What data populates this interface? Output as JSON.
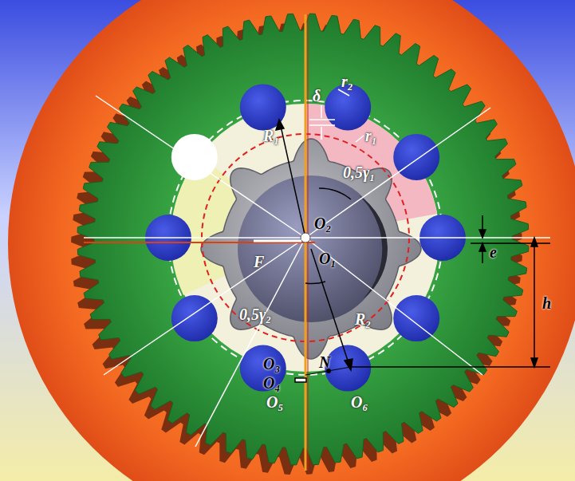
{
  "diagram": {
    "labels": [
      "δ",
      "r₂",
      "r₁",
      "R₁",
      "0,5γ₁",
      "O₂",
      "F",
      "O₁",
      "e",
      "h",
      "0,5γ₂",
      "R₂",
      "O₃",
      "N",
      "O₄",
      "O₅",
      "O₆"
    ]
  }
}
